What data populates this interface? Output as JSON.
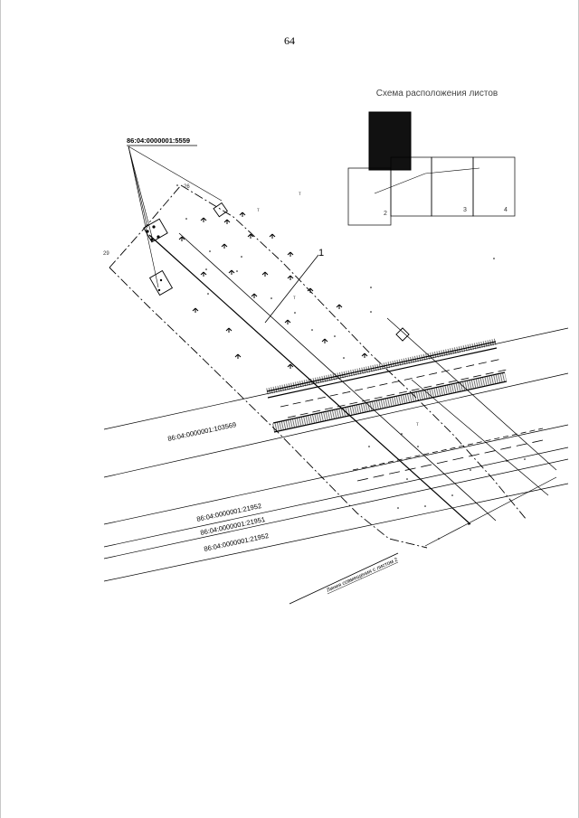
{
  "page_number": "64",
  "scheme_title": "Схема расположения листов",
  "sheet_labels": [
    "2",
    "3",
    "4"
  ],
  "parcel_label": "86:04:0000001:5559",
  "road_label": "86:04:0000001:103569",
  "lower_labels": [
    "86:04:0000001:21952",
    "86:04:0000001:21951",
    "86:04:0000001:21952"
  ],
  "match_line_label": "Линия совмещения с листом 2",
  "callout_number": "1",
  "point_labels": [
    "26",
    "29"
  ],
  "small_marks": [
    "т",
    "т",
    "т",
    "т"
  ],
  "colors": {
    "ink": "#000000",
    "sheet_fill": "#111111"
  }
}
